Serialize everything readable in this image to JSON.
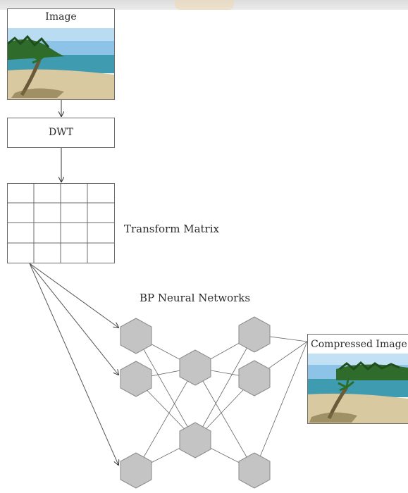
{
  "diagram": {
    "input_label": "Image",
    "step_label": "DWT",
    "matrix_label": "Transform Matrix",
    "network_label": "BP Neural Networks",
    "output_label": "Compressed Image"
  },
  "colors": {
    "node_fill": "#c4c4c4",
    "node_stroke": "#8a8a8a",
    "line": "#555555",
    "sky": "#8ec3e8",
    "sea": "#3f9bb0",
    "sand": "#d9c9a0"
  },
  "icons": [
    "beach-photo",
    "arrow-down-icon",
    "hexagon-node"
  ]
}
